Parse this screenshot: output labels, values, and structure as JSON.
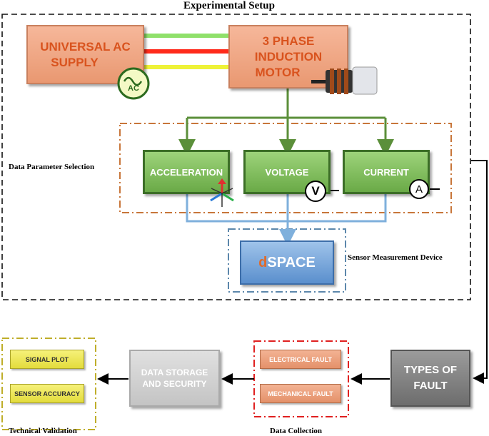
{
  "titles": {
    "experimental_setup": "Experimental Setup",
    "data_parameter_selection": "Data Parameter Selection",
    "sensor_measurement_device": "Sensor Measurement Device",
    "technical_validation": "Technical Validation",
    "data_collection": "Data Collection"
  },
  "boxes": {
    "ac_supply": [
      "UNIVERSAL AC",
      "SUPPLY"
    ],
    "ac_badge": "AC",
    "motor": [
      "3 PHASE",
      "INDUCTION",
      "MOTOR"
    ],
    "acceleration": "ACCELERATION",
    "voltage": "VOLTAGE",
    "voltage_symbol": "V",
    "current": "CURRENT",
    "current_symbol": "A",
    "dspace_prefix": "d",
    "dspace_rest": "SPACE",
    "types_of_fault": [
      "TYPES OF",
      "FAULT"
    ],
    "electrical_fault": "ELECTRICAL FAULT",
    "mechanical_fault": "MECHANICAL FAULT",
    "data_storage": [
      "DATA STORAGE",
      "AND SECURITY"
    ],
    "signal_plot": "SIGNAL PLOT",
    "sensor_accuracy": "SENSOR ACCURACY"
  },
  "colors": {
    "phase_lines": [
      "#8fe06a",
      "#ff2a1a",
      "#eef238"
    ],
    "feed_line": "#5b8f3a",
    "signal_line": "#7fb0dc",
    "orange_dash": "#c8763a",
    "blue_dash": "#5c87ab",
    "red_dash": "#e02020",
    "yellow_dash": "#bfae2a"
  }
}
